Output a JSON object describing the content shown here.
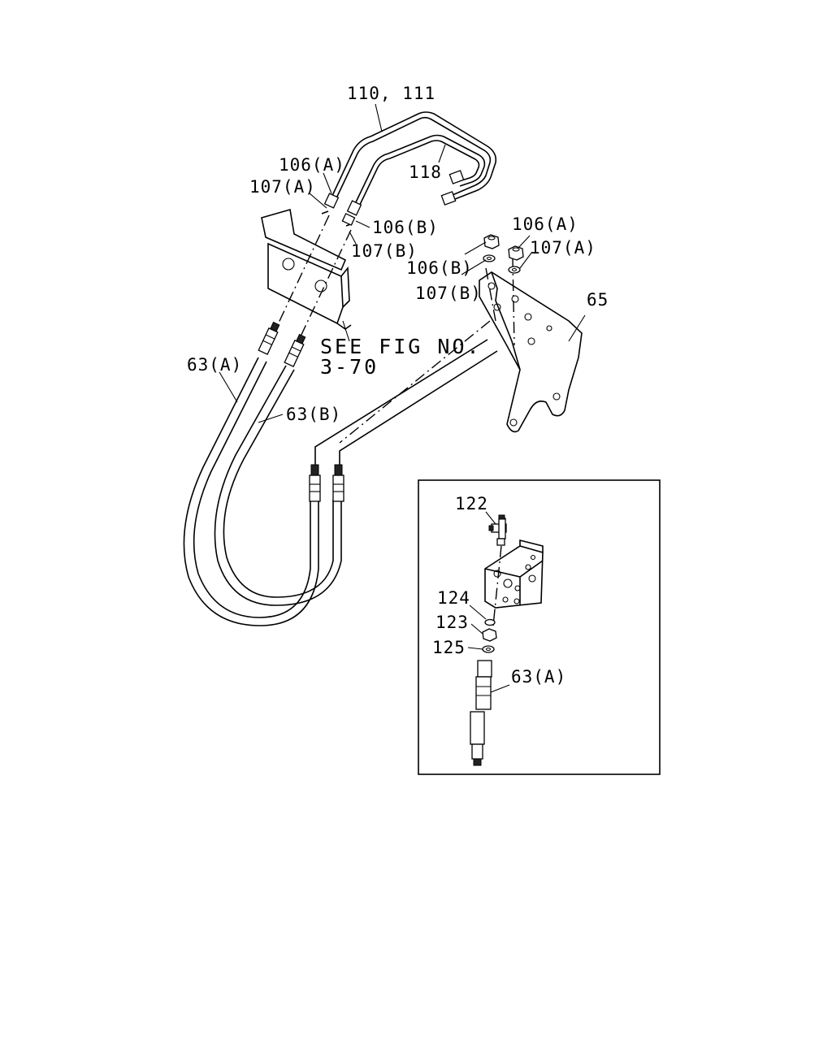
{
  "labels": {
    "l110_111": "110, 111",
    "l106a_top": "106(A)",
    "l107a_top": "107(A)",
    "l118": "118",
    "l106b_left": "106(B)",
    "l107b_left": "107(B)",
    "l106a_right": "106(A)",
    "l107a_right": "107(A)",
    "l106b_right": "106(B)",
    "l107b_right": "107(B)",
    "l65": "65",
    "see_fig_1": "SEE FIG NO.",
    "see_fig_2": "3-70",
    "l63a": "63(A)",
    "l63b": "63(B)",
    "inset_122": "122",
    "inset_124": "124",
    "inset_123": "123",
    "inset_125": "125",
    "inset_63a": "63(A)"
  },
  "icons": [
    "brake-pipe",
    "bracket",
    "flexible-hose",
    "nut",
    "washer",
    "tee-connector"
  ]
}
